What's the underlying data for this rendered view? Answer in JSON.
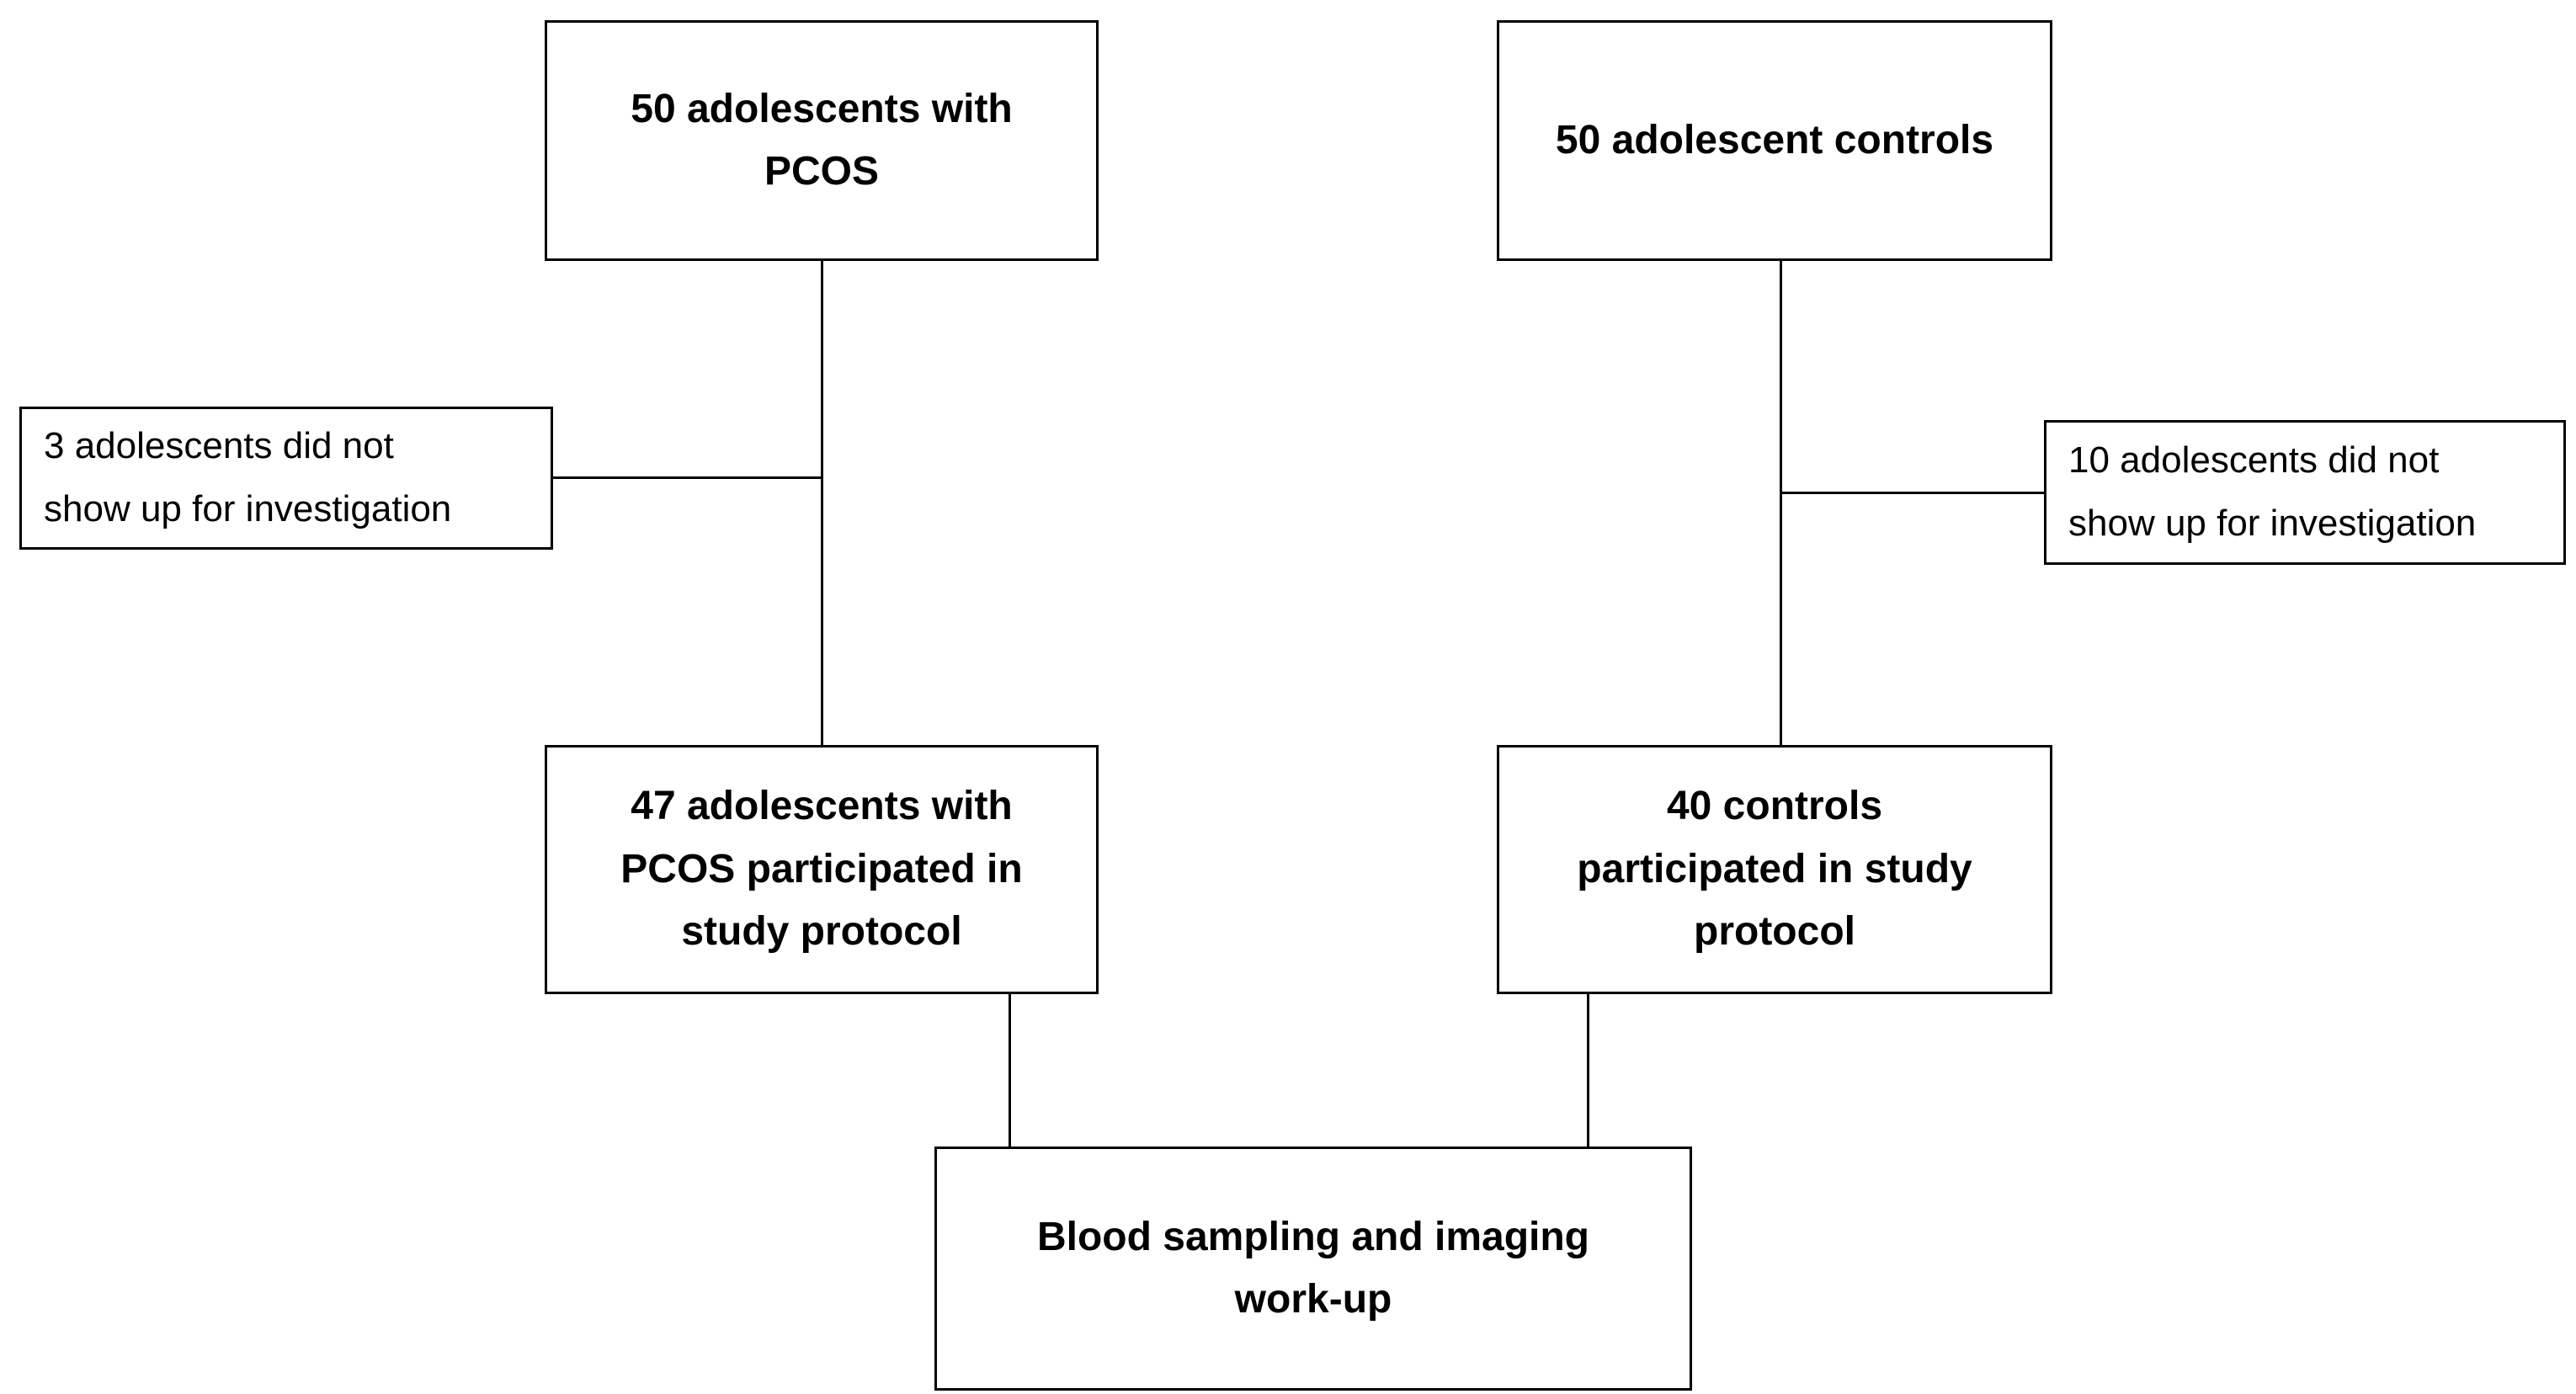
{
  "diagram": {
    "type": "flowchart",
    "colors": {
      "background": "#ffffff",
      "box_fill": "#ffffff",
      "box_border": "#000000",
      "text": "#000000",
      "line": "#000000"
    },
    "nodes": {
      "pcos_enrolled": {
        "text": "50 adolescents with\nPCOS",
        "emphasis": "bold"
      },
      "controls_enrolled": {
        "text": "50 adolescent controls",
        "emphasis": "bold"
      },
      "pcos_dropout": {
        "text": "3 adolescents did not\nshow up for investigation",
        "emphasis": "regular"
      },
      "controls_dropout": {
        "text": "10 adolescents did not\nshow up for investigation",
        "emphasis": "regular"
      },
      "pcos_participated": {
        "text": "47 adolescents with\nPCOS participated in\nstudy protocol",
        "emphasis": "bold"
      },
      "controls_participated": {
        "text": "40 controls\nparticipated in study\nprotocol",
        "emphasis": "bold"
      },
      "workup": {
        "text": "Blood sampling and imaging\nwork-up",
        "emphasis": "bold"
      }
    },
    "edges": [
      {
        "from": "pcos_enrolled",
        "to": "pcos_participated"
      },
      {
        "from": "pcos_enrolled",
        "to": "pcos_dropout"
      },
      {
        "from": "controls_enrolled",
        "to": "controls_participated"
      },
      {
        "from": "controls_enrolled",
        "to": "controls_dropout"
      },
      {
        "from": "pcos_participated",
        "to": "workup"
      },
      {
        "from": "controls_participated",
        "to": "workup"
      }
    ]
  }
}
